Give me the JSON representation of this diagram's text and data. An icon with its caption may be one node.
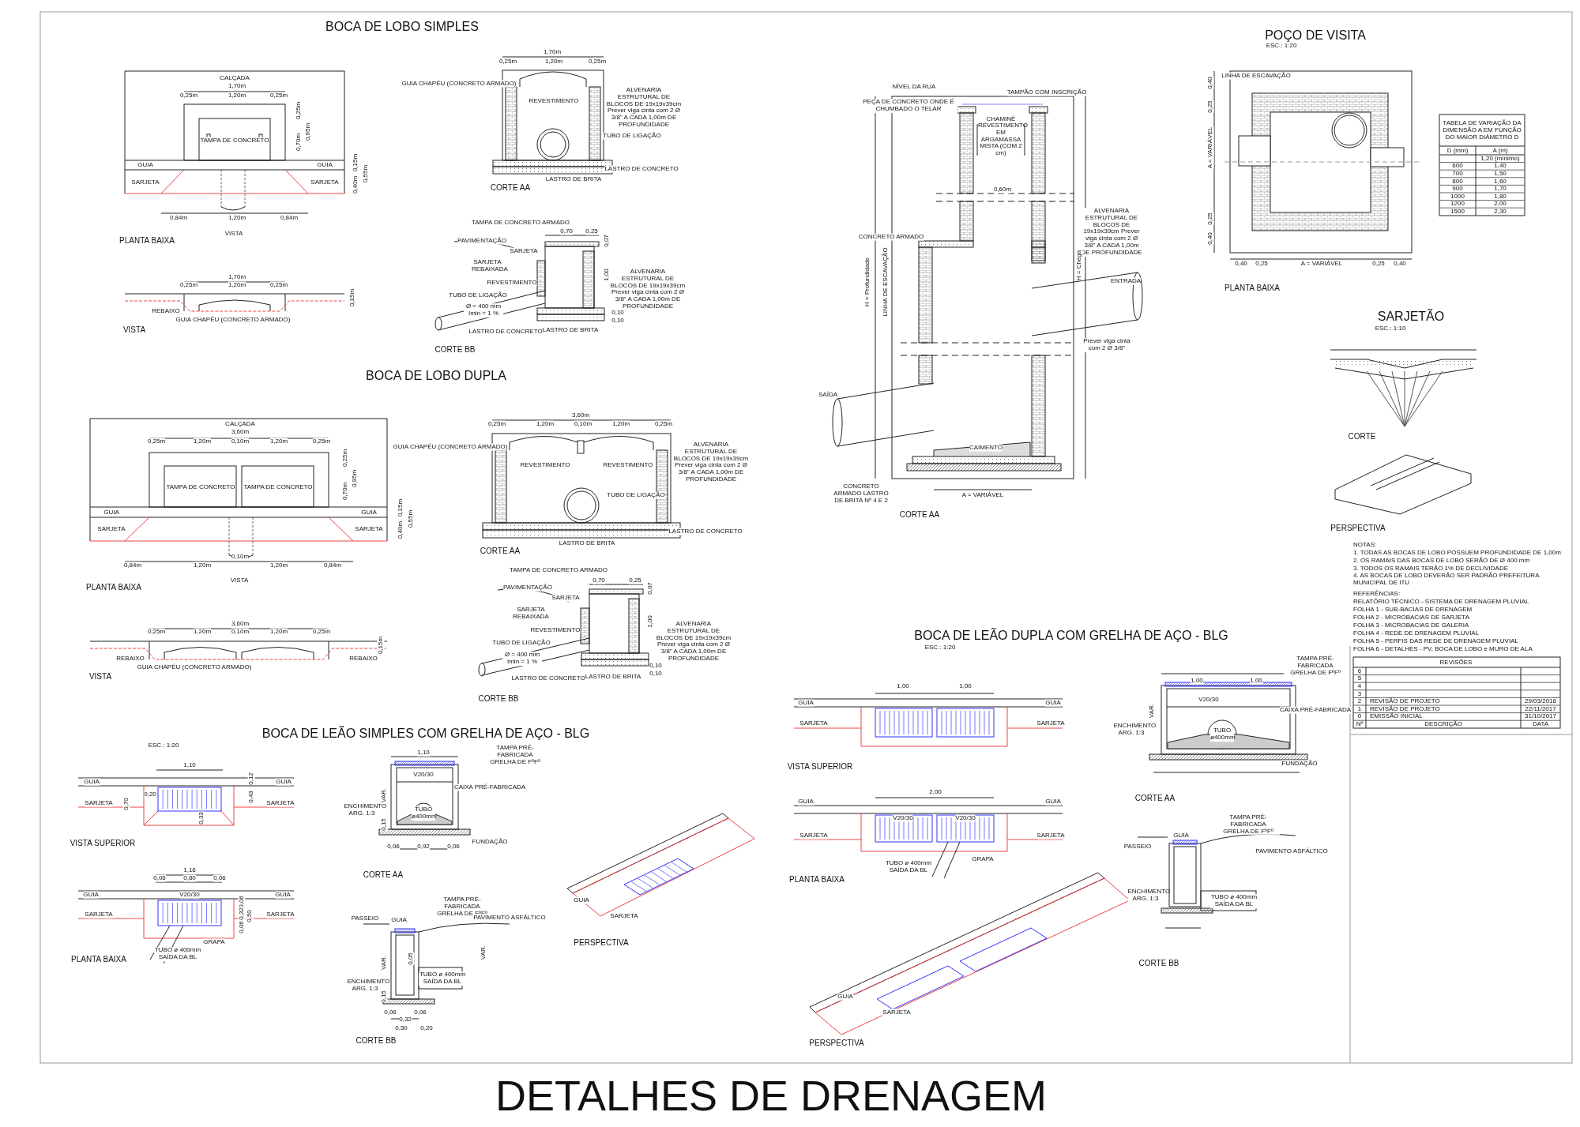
{
  "diagram": {
    "title": "DETALHES DE DRENAGEM",
    "labels": [
      "BOCA DE LOBO SIMPLES",
      "CALÇADA",
      "1,70m",
      "0,25m",
      "1,20m",
      "0,25m",
      "TAMPA DE CONCRETO",
      "0,25m",
      "0,70m",
      "0,95m",
      "GUIA",
      "GUIA",
      "SARJETA",
      "SARJETA",
      "0,15m",
      "0,40m",
      "0,55m",
      "0,84m",
      "1,20m",
      "0,84m",
      "VISTA",
      "PLANTA BAIXA",
      "1,70m",
      "0,25m",
      "1,20m",
      "0,25m",
      "0,15m",
      "REBAIXO",
      "GUIA CHAPÉU (CONCRETO ARMADO)",
      "VISTA",
      "1,70m",
      "0,25m",
      "1,20m",
      "0,25m",
      "GUIA CHAPÉU (CONCRETO ARMADO)",
      "REVESTIMENTO",
      "ALVENARIA ESTRUTURAL DE BLOCOS DE 19x19x39cm Prever viga cinta com 2 Ø 3/8\" A CADA 1,00m DE PROFUNDIDADE",
      "TUBO DE LIGAÇÃO",
      "LASTRO DE CONCRETO",
      "LASTRO DE BRITA",
      "CORTE AA",
      "TAMPA DE CONCRETO ARMADO",
      "0,70",
      "0,25",
      "0,07",
      "PAVIMENTAÇÃO",
      "SARJETA",
      "SARJETA REBAIXADA",
      "REVESTIMENTO",
      "1,00",
      "ALVENARIA ESTRUTURAL DE BLOCOS DE 19x19x39cm Prever viga cinta com 2 Ø 3/8\" A CADA 1,00m DE PROFUNDIDADE",
      "TUBO DE LIGAÇÃO",
      "Ø = 400 mm Imin = 1 %",
      "0,10",
      "0,10",
      "LASTRO DE CONCRETO",
      "LASTRO DE BRITA",
      "CORTE BB",
      "BOCA DE LOBO DUPLA",
      "CALÇADA",
      "3,60m",
      "0,25m",
      "1,20m",
      "0,10m",
      "1,20m",
      "0,25m",
      "TAMPA DE CONCRETO",
      "TAMPA DE CONCRETO",
      "0,25m",
      "0,70m",
      "0,95m",
      "GUIA",
      "GUIA",
      "0,15m",
      "0,40m",
      "0,55m",
      "SARJETA",
      "SARJETA",
      "0,84m",
      "1,20m",
      "0,10m",
      "1,20m",
      "0,84m",
      "VISTA",
      "PLANTA BAIXA",
      "3,60m",
      "0,25m",
      "1,20m",
      "0,10m",
      "1,20m",
      "0,25m",
      "0,15m",
      "REBAIXO",
      "GUIA CHAPÉU (CONCRETO ARMADO)",
      "REBAIXO",
      "VISTA",
      "3,60m",
      "0,25m",
      "1,20m",
      "0,10m",
      "1,20m",
      "0,25m",
      "GUIA CHAPÉU (CONCRETO ARMADO)",
      "REVESTIMENTO",
      "REVESTIMENTO",
      "ALVENARIA ESTRUTURAL DE BLOCOS DE 19x19x39cm Prever viga cinta com 2 Ø 3/8\" A CADA 1,00m DE PROFUNDIDADE",
      "TUBO DE LIGAÇÃO",
      "LASTRO DE CONCRETO",
      "LASTRO DE BRITA",
      "CORTE AA",
      "TAMPA DE CONCRETO ARMADO",
      "0,70",
      "0,25",
      "0,07",
      "PAVIMENTAÇÃO",
      "SARJETA",
      "SARJETA REBAIXADA",
      "REVESTIMENTO",
      "1,00",
      "ALVENARIA ESTRUTURAL DE BLOCOS DE 19x19x39cm Prever viga cinta com 2 Ø 3/8\" A CADA 1,00m DE PROFUNDIDADE",
      "TUBO DE LIGAÇÃO",
      "Ø = 400 mm Imin = 1 %",
      "0,10",
      "0,10",
      "LASTRO DE CONCRETO",
      "LASTRO DE BRITA",
      "CORTE BB",
      "BOCA DE LEÃO SIMPLES COM GRELHA DE AÇO - BLG",
      "ESC.: 1:20",
      "1,10",
      "GUIA",
      "GUIA",
      "0,12",
      "0,20",
      "0,43",
      "SARJETA",
      "0,70",
      "SARJETA",
      "0,33",
      "VISTA SUPERIOR",
      "1,16",
      "0,06",
      "0,80",
      "0,06",
      "GUIA",
      "V20/30",
      "GUIA",
      "0,06",
      "0,32",
      "0,50",
      "0,06",
      "SARJETA",
      "SARJETA",
      "GRAPA",
      "TUBO ø 400mm SAÍDA DA BL",
      "PLANTA BAIXA",
      "1,10",
      "TAMPA PRÉ-FABRICADA GRELHA DE FºFº",
      "V20/30",
      "CAIXA PRÉ-FABRICADA",
      "VAR.",
      "ENCHIMENTO ARG. 1:3",
      "TUBO ø400mm",
      "0,15",
      "FUNDAÇÃO",
      "0,06",
      "0,92",
      "0,06",
      "CORTE AA",
      "TAMPA PRÉ-FABRICADA GRELHA DE FºFº",
      "PASSEIO",
      "GUIA",
      "PAVIMENTO ASFÁLTICO",
      "VAR.",
      "VAR.",
      "ENCHIMENTO ARG. 1:3",
      "0,05",
      "TUBO ø 400mm SAÍDA DA BL",
      "0,15",
      "0,06",
      "0,32",
      "0,06",
      "0,50",
      "0,20",
      "CORTE BB",
      "GUIA",
      "SARJETA",
      "PERSPECTIVA",
      "BOCA DE LEÃO DUPLA COM GRELHA DE AÇO - BLG",
      "ESC.: 1:20",
      "1,00",
      "1,00",
      "GUIA",
      "GUIA",
      "SARJETA",
      "SARJETA",
      "VISTA SUPERIOR",
      "2,00",
      "GUIA",
      "V20/30",
      "V20/30",
      "GUIA",
      "SARJETA",
      "SARJETA",
      "TUBO ø 400mm SAÍDA DA BL",
      "GRAPA",
      "PLANTA BAIXA",
      "GUIA",
      "SARJETA",
      "PERSPECTIVA",
      "1,00",
      "1,00",
      "TAMPA PRÉ-FABRICADA GRELHA DE FºFº",
      "V20/30",
      "CAIXA PRÉ-FABRICADA",
      "VAR.",
      "ENCHIMENTO ARG. 1:3",
      "TUBO ø400mm",
      "FUNDAÇÃO",
      "CORTE AA",
      "TAMPA PRÉ-FABRICADA GRELHA DE FºFº",
      "PASSEIO",
      "GUIA",
      "PAVIMENTO ASFÁLTICO",
      "ENCHIMENTO ARG. 1:3",
      "TUBO ø 400mm SAÍDA DA BL",
      "CORTE BB",
      "NÍVEL DA RUA",
      "TAMPÃO COM INSCRIÇÃO",
      "PEÇA DE CONCRETO ONDE É CHUMBADO O TELAR",
      "CHAMINÉ",
      "REVESTIMENTO EM ARGAMASSA MISTA (COM 2 cm)",
      "0,60m",
      "ALVENARIA ESTRUTURAL DE BLOCOS DE 19x19x39cm Prever viga cinta com 2 Ø 3/8\" A CADA 1,00m DE PROFUNDIDADE",
      "CONCRETO ARMADO",
      "H = Profundidade",
      "LINHA DE ESCAVAÇÃO",
      "H = Chega",
      "ENTRADA",
      "Prever viga cinta com 2 Ø 3/8\"",
      "CAIMENTO",
      "SAÍDA",
      "CONCRETO ARMADO LASTRO DE BRITA Nº 4 E 2",
      "A = VARIÁVEL",
      "CORTE AA",
      "POÇO DE VISITA",
      "ESC.: 1:20",
      "LINHA DE ESCAVAÇÃO",
      "0,40",
      "0,25",
      "A = VARIÁVEL",
      "0,25",
      "0,40",
      "0,40",
      "0,25",
      "A = VARIÁVEL",
      "0,25",
      "0,40",
      "PLANTA BAIXA",
      "TABELA DE VARIAÇÃO DA DIMENSÃO A EM FUNÇÃO DO MAIOR DIÂMETRO D",
      "D (mm)",
      "A (m)",
      "1,20 (mínimo)",
      "600",
      "1,40",
      "700",
      "1,50",
      "800",
      "1,60",
      "900",
      "1,70",
      "1000",
      "1,80",
      "1200",
      "2,00",
      "1500",
      "2,30",
      "SARJETÃO",
      "ESC.: 1:10",
      "CORTE",
      "PERSPECTIVA",
      "NOTAS:",
      "1. TODAS AS BOCAS DE LOBO POSSUEM PROFUNDIDADE DE 1,00m",
      "2. OS RAMAIS DAS BOCAS DE LOBO SERÃO DE Ø 400 mm",
      "3. TODOS OS RAMAIS TERÃO 1% DE DECLIVIDADE",
      "4. AS BOCAS DE LOBO DEVERÃO SER PADRÃO PREFEITURA MUNICIPAL DE ITU",
      "REFERÊNCIAS:",
      "RELATÓRIO TÉCNICO - SISTEMA DE DRENAGEM PLUVIAL",
      "FOLHA 1 - SUB-BACIAS DE DRENAGEM",
      "FOLHA 2 - MICROBACIAS DE SARJETA",
      "FOLHA 3 - MICROBACIAS DE GALERIA",
      "FOLHA 4 - REDE DE DRENAGEM PLUVIAL",
      "FOLHA 5 - PERFIS DAS REDE DE DRENAGEM PLUVIAL",
      "FOLHA 6 - DETALHES - PV, BOCA DE LOBO e MURO DE ALA",
      "REVISÕES",
      "6",
      "5",
      "4",
      "3",
      "2",
      "REVISÃO DE PROJETO",
      "29/03/2018",
      "1",
      "REVISÃO DE PROJETO",
      "22/11/2017",
      "0",
      "EMISSÃO INICIAL",
      "31/10/2017",
      "Nº",
      "DESCRIÇÃO",
      "DATA"
    ]
  }
}
